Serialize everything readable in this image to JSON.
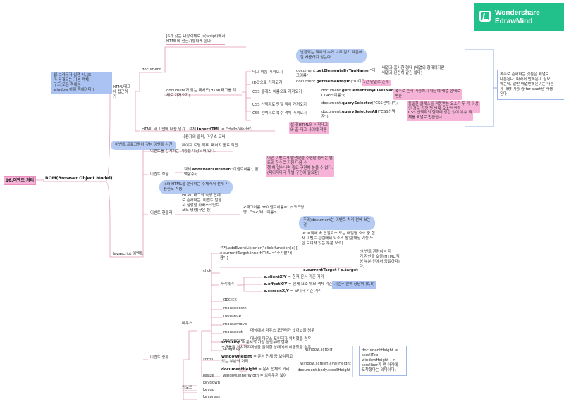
{
  "logo": {
    "line1": "Wondershare",
    "line2": "EdrawMind"
  },
  "root": {
    "label": "16.이벤트 처리"
  },
  "bom": {
    "label": "BOM(Browser Object Model)"
  },
  "html_access": {
    "label": "HTML태그\n에 접근하\n기"
  },
  "window_note": {
    "text": "웹 브라우저 실행 시, JS\n가 공개되는 기본 객체\n구조(모든 객체는\nwindow 하위 객체이다.)"
  },
  "document": {
    "label": "document"
  },
  "js_note": {
    "text": "JS가 갖는 내장객체로 js(script)에서\nHTML에 접근가능하게 한다."
  },
  "methods": {
    "label": "document가 갖는 메서드(HTML태그를 객\n체로 가져오기)"
  },
  "many_note": {
    "text": "반환되는 객체의 수가 너무 많기 때문에\n잘 사용하지 않는다."
  },
  "rows": [
    {
      "label": "태그 이름 가져오기",
      "code_prefix": "document.",
      "code_method": "getElementsByTagName",
      "code_suffix": "(\"태\n그이름\")",
      "note": "배열과 흡사한 형태 [배열의 형태이지만\n배열과 완전히 같진 않다]"
    },
    {
      "label": "ID값으로 가져오기",
      "code_prefix": "document.",
      "code_method": "getElementById",
      "code_suffix": "(\"ID이름\");",
      "note": "1건 단일로 존재"
    },
    {
      "label": "CSS 클래스 이름으로 가져오기",
      "code_prefix": "document.",
      "code_method": "getElementsByClassName",
      "code_suffix": "(\"\nCLASS이름\");",
      "note": "복수로 존재 가능하기 때문에 배열 형태로\n반환"
    },
    {
      "label": "CSS 선택자로 단일 객체 가져오기",
      "code_prefix": "document.",
      "code_method": "querySelector",
      "code_suffix": "(\"CSS선택자\");",
      "note": "동일한 클래스를 적용받는 요소가 두 개 이상\n인 경우 가장 첫 번째 요소만 반환"
    },
    {
      "label": "CSS 선택자로 복수 객체 가져오기",
      "code_prefix": "document.",
      "code_method": "querySelectorAll",
      "code_suffix": "(\"CSS선택\n자\");",
      "note": "CSS 선택자의 형태에 상관 없이 복수 객\n체를 배열로 반환한다."
    }
  ],
  "plural_note": {
    "text": "복수로 존재하는 것들은 배열로\n다룬된다. 따라서 반복문이 필요\n하는데, 일반 배열반복문이는 다른\n게 대량 기능 중 for each만 사용\n된다"
  },
  "inner": {
    "label": "HTML 태그 안에 내용 넣기",
    "code_prefix": "객체.",
    "code_prop": "innerHTML",
    "code_suffix": " = \"Hello World\";",
    "note": "실제 HTML의 시작태그\n와 끝 태그 사이에 적용"
  },
  "js_event": {
    "label": "Javascript 이벤트"
  },
  "event_def": {
    "text": "이벤트:프로그램이 갖는 이벤트 사건"
  },
  "event_eg1": {
    "text": "사용자의 클릭, 마우스 오버"
  },
  "event_eg2": {
    "text": "페이지 로딩 직후, 페이지 종료 직전"
  },
  "listener_def": {
    "text": "이벤트를 감지하는 기능을 내장되어 있다."
  },
  "event_call": {
    "label": "이벤트 호출"
  },
  "add_listener": {
    "prefix": "객체.",
    "method": "addEventListener",
    "suffix": "(\"이벤트이름\", 콜\n백함수);"
  },
  "callback_note": {
    "text": "어떤 이벤트가 발생했을 수행할 동작은 별\n도의 함수로 지정 다음 수\n행 해 일어나면 필요 구현해 놓을 수 없다.\n(페이지마다 개별 구현이 필요함)"
  },
  "separate_note": {
    "text": "Js와 HTML을 분리하는 주체라서 전개 사\n용한도 적용"
  },
  "event_handler": {
    "label": "이벤트 핸들러"
  },
  "handler_note": {
    "text": "HTML 태그의 속성 안에\n로 존재하는. 이벤트 발생\n시 실행할 자바스크립트\n코드 명령(구문 등)"
  },
  "handler_syntax": {
    "text": "<태그이름 on이벤트이름=\" JS코드명\n령...\"></태그이름>"
  },
  "current_note": {
    "text": "주의)document는 이벤트 처리 전에 쓰는\n것"
  },
  "e_note": {
    "text": "'e' =객체 속 단일요소 또는 배열형 요소 중 현\n재 이벤트 관련해서 요소의 동일(해당 기능 또\n한 보여져 있는 부분 요소)"
  },
  "click_code": {
    "text": "객체.addEventListener(\"click,function(e){\ne.currentTarget.innerHTML =\"추가할 내\n용\";}"
  },
  "current_target": {
    "label": "e.currentTarget / e.target"
  },
  "current_target_note": {
    "text": "(이벤트 관련하는 자\n기 자신을 호출(HTML 작\n성 부분 안에서 동일하다)\n다)"
  },
  "click": {
    "label": "click"
  },
  "coords_label": {
    "label": "거리체기"
  },
  "coords": [
    {
      "prop": "e.clientX/Y",
      "desc": " = 현재 문서 기준 거리"
    },
    {
      "prop": "e.offsetX/Y",
      "desc": " = 현재 요소 부모 객체 기준 거리"
    },
    {
      "prop": "e.screenX/Y",
      "desc": " = 모니터 기준 거리"
    }
  ],
  "origin_note": {
    "text": "기준= 왼쪽 상단이 (0,0)"
  },
  "mouse": {
    "label": "마우스"
  },
  "mouse_events": [
    "dbclick",
    "mousedown",
    "mouseup",
    "mousemove"
  ],
  "mouse_hover": [
    {
      "label": "mouseout",
      "note": "대상에서 마우스 포인터가 벗어났을 경우"
    },
    {
      "label": "mouseover",
      "note": "대상에 마우스 포인터가 위치했을 경우"
    },
    {
      "label": "dragdrop",
      "note": "대상을 클릭한 상태에서 이동했을 경우"
    }
  ],
  "event_kinds": {
    "label": "이벤트 종류"
  },
  "scroll": {
    "label": "scroll"
  },
  "scroll_props": [
    {
      "prop": "scrollTop",
      "desc": " = 문서의 가장 상단부터 현재\n스크롤된 위치까지",
      "alt": "window.scrollY"
    },
    {
      "prop": "windowHeight",
      "desc": " = 문서 전체 중 보여지고\n있는 부분의 거리",
      "alt": "window.screen.availHeight"
    },
    {
      "prop": "documentHeight",
      "desc": " = 문서 전체의 거리",
      "alt": "document.body.scrollHeight"
    }
  ],
  "scroll_formula": {
    "text": "documentHeight =\nscrollTop +\nwindowHeight    -->\nscrollbar가 맨 아래에\n도착했다는 의미이다."
  },
  "resize": {
    "label": "resize",
    "note": "window.innerWidth = 브라우저 넓이"
  },
  "keyboard": {
    "label": "키보드"
  },
  "key_events": [
    "keydown",
    "keyup",
    "keypress"
  ]
}
